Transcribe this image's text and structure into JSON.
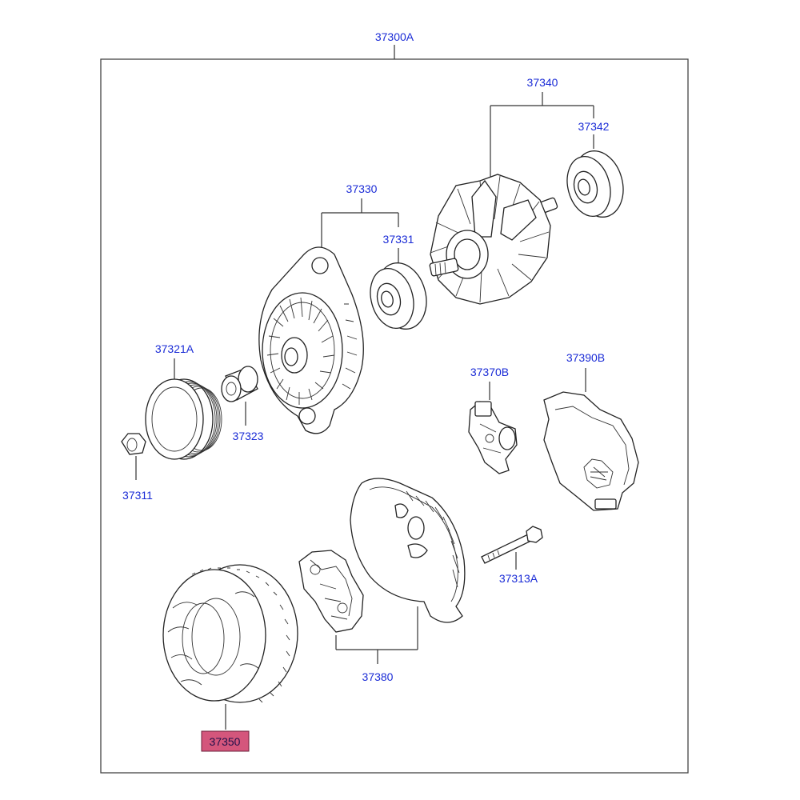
{
  "labels": {
    "assembly": "37300A",
    "rotor": "37340",
    "rotor_bearing": "37342",
    "front_bracket": "37330",
    "front_bearing": "37331",
    "pulley": "37321A",
    "spacer": "37323",
    "nut": "37311",
    "regulator": "37370B",
    "rear_cover": "37390B",
    "bolt": "37313A",
    "rear_bracket": "37380",
    "stator": "37350"
  },
  "highlight_color": "#d4567c"
}
